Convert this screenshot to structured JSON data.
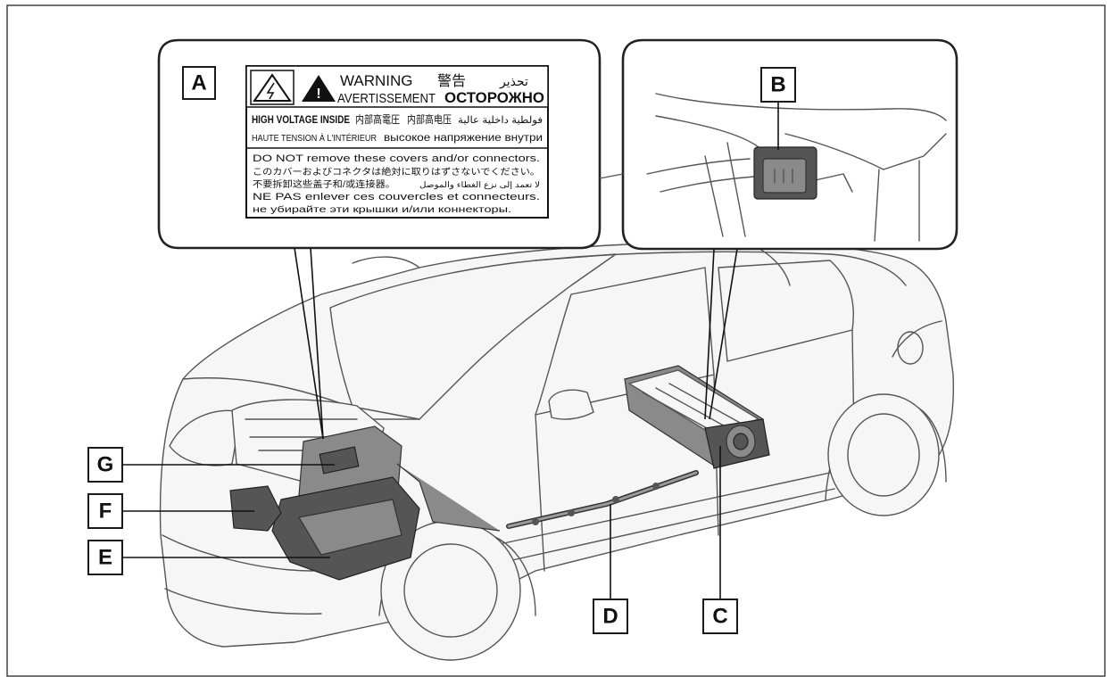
{
  "labels": {
    "a": "A",
    "b": "B",
    "c": "C",
    "d": "D",
    "e": "E",
    "f": "F",
    "g": "G"
  },
  "warning_label": {
    "header_en": "WARNING",
    "header_zh": "警告",
    "header_ar": "تحذير",
    "header_fr": "AVERTISSEMENT",
    "header_ru": "ОСТОРОЖНО",
    "hv_en": "HIGH VOLTAGE INSIDE",
    "hv_ja": "内部高電圧",
    "hv_zh": "内部高电压",
    "hv_ar": "فولطية داخلية عالية",
    "hv_fr": "HAUTE TENSION À L'INTÉRIEUR",
    "hv_ru": "высокое напряжение внутри",
    "line1": "DO NOT remove these covers and/or connectors.",
    "line2": "このカバーおよびコネクタは絶対に取りはずさないでください。",
    "line3_zh": "不要拆卸这些盖子和/或连接器。",
    "line3_ar": "لا تعمد إلى نزع الغطاء والموصل",
    "line4": "NE PAS enlever ces couvercles et connecteurs.",
    "line5": "не убирайте эти крышки и/или коннекторы."
  },
  "colors": {
    "outline": "#1a1a1a",
    "car_line": "#555555",
    "component": "#8a8a8a",
    "background": "#ffffff"
  }
}
